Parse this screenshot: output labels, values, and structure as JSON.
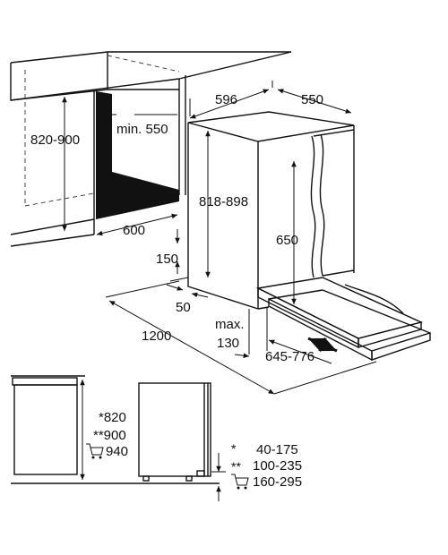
{
  "niche": {
    "height": "820-900",
    "depth": "min. 550",
    "width": "600"
  },
  "appliance": {
    "width": "596",
    "depth": "550",
    "height": "818-898",
    "door_height": "650",
    "plinth_height": "150",
    "plinth_depth": "50",
    "max_label": "max.",
    "max_value": "130",
    "door_clearance": "1200",
    "door_travel": "645-776"
  },
  "legend": {
    "rows": [
      {
        "mark": "*",
        "height": "820",
        "adjust": "40-175"
      },
      {
        "mark": "**",
        "height": "900",
        "adjust": "100-235"
      },
      {
        "mark": "cart",
        "height": "940",
        "adjust": "160-295"
      }
    ],
    "height_labels": [
      "*820",
      "**900",
      "940"
    ]
  }
}
